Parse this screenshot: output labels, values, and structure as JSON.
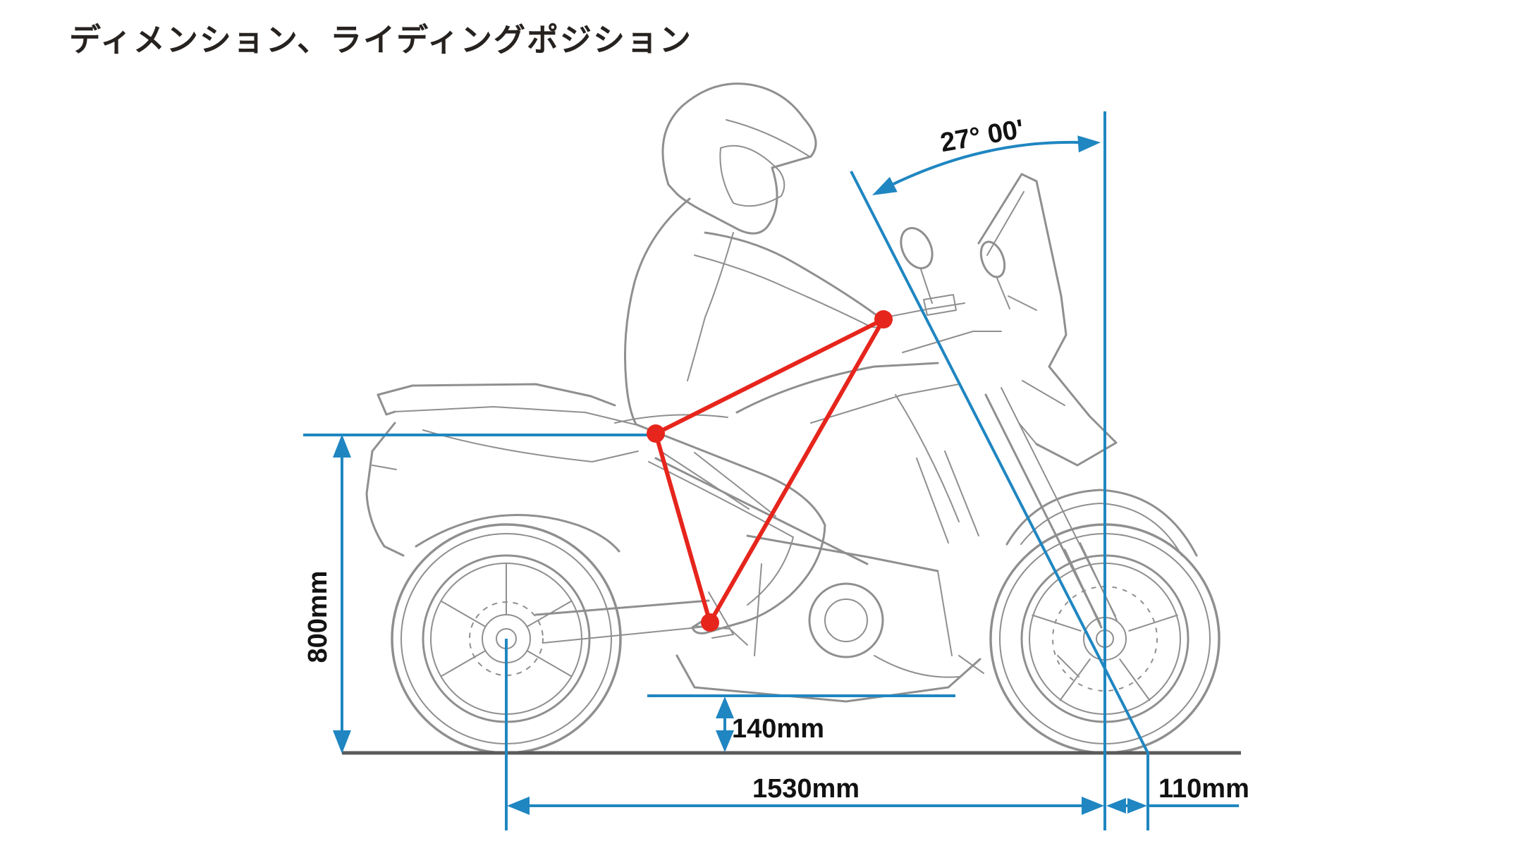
{
  "title": "ディメンション、ライディングポジション",
  "dimensions": {
    "seat_height": "800mm",
    "ground_clearance": "140mm",
    "wheelbase": "1530mm",
    "trail": "110mm",
    "caster_angle": "27° 00'"
  },
  "colors": {
    "dimension_blue": "#1f86c1",
    "riding_position_red": "#e6251c",
    "lineart_gray": "#8f8f8f",
    "ground_gray": "#5a5a5a",
    "label_black": "#121212",
    "title_black": "#262220",
    "background": "#ffffff"
  }
}
